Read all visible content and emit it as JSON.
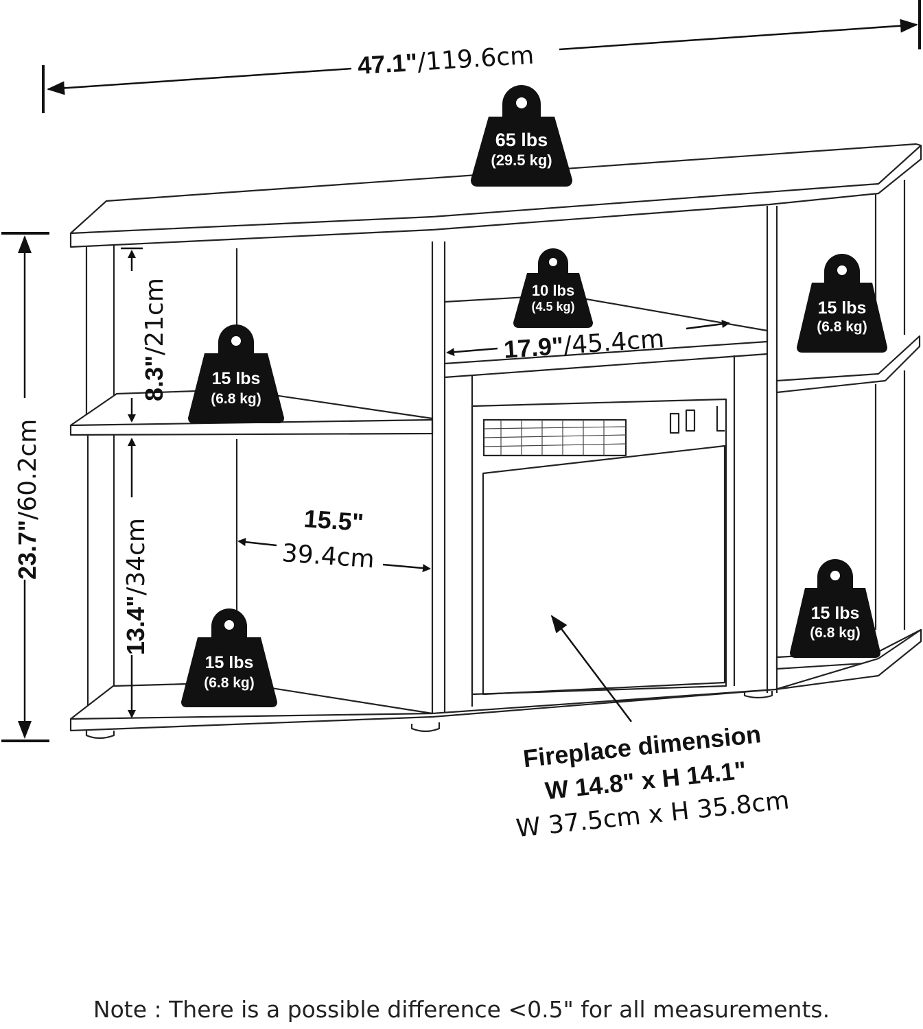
{
  "dimensions": {
    "overall_width": {
      "imperial": "47.1\"",
      "metric": "/119.6cm"
    },
    "overall_height": {
      "imperial": "23.7\"",
      "metric": "/60.2cm"
    },
    "upper_shelf_height": {
      "imperial": "8.3\"",
      "metric": "/21cm"
    },
    "lower_shelf_height": {
      "imperial": "13.4\"",
      "metric": "/34cm"
    },
    "side_shelf_depth": {
      "imperial": "15.5\"",
      "metric": "39.4cm"
    },
    "center_opening_width": {
      "imperial": "17.9\"",
      "metric": "/45.4cm"
    }
  },
  "weights": {
    "top": {
      "lbs": "65 lbs",
      "kg": "(29.5 kg)"
    },
    "center_shelf": {
      "lbs": "10 lbs",
      "kg": "(4.5 kg)"
    },
    "right_upper": {
      "lbs": "15 lbs",
      "kg": "(6.8 kg)"
    },
    "left_upper": {
      "lbs": "15 lbs",
      "kg": "(6.8 kg)"
    },
    "left_lower": {
      "lbs": "15 lbs",
      "kg": "(6.8 kg)"
    },
    "right_lower": {
      "lbs": "15 lbs",
      "kg": "(6.8 kg)"
    }
  },
  "fireplace": {
    "title": "Fireplace dimension",
    "imperial": "W 14.8\" x H 14.1\"",
    "metric": "W 37.5cm x H 35.8cm"
  },
  "note": "Note : There is a possible difference <0.5\" for all measurements."
}
